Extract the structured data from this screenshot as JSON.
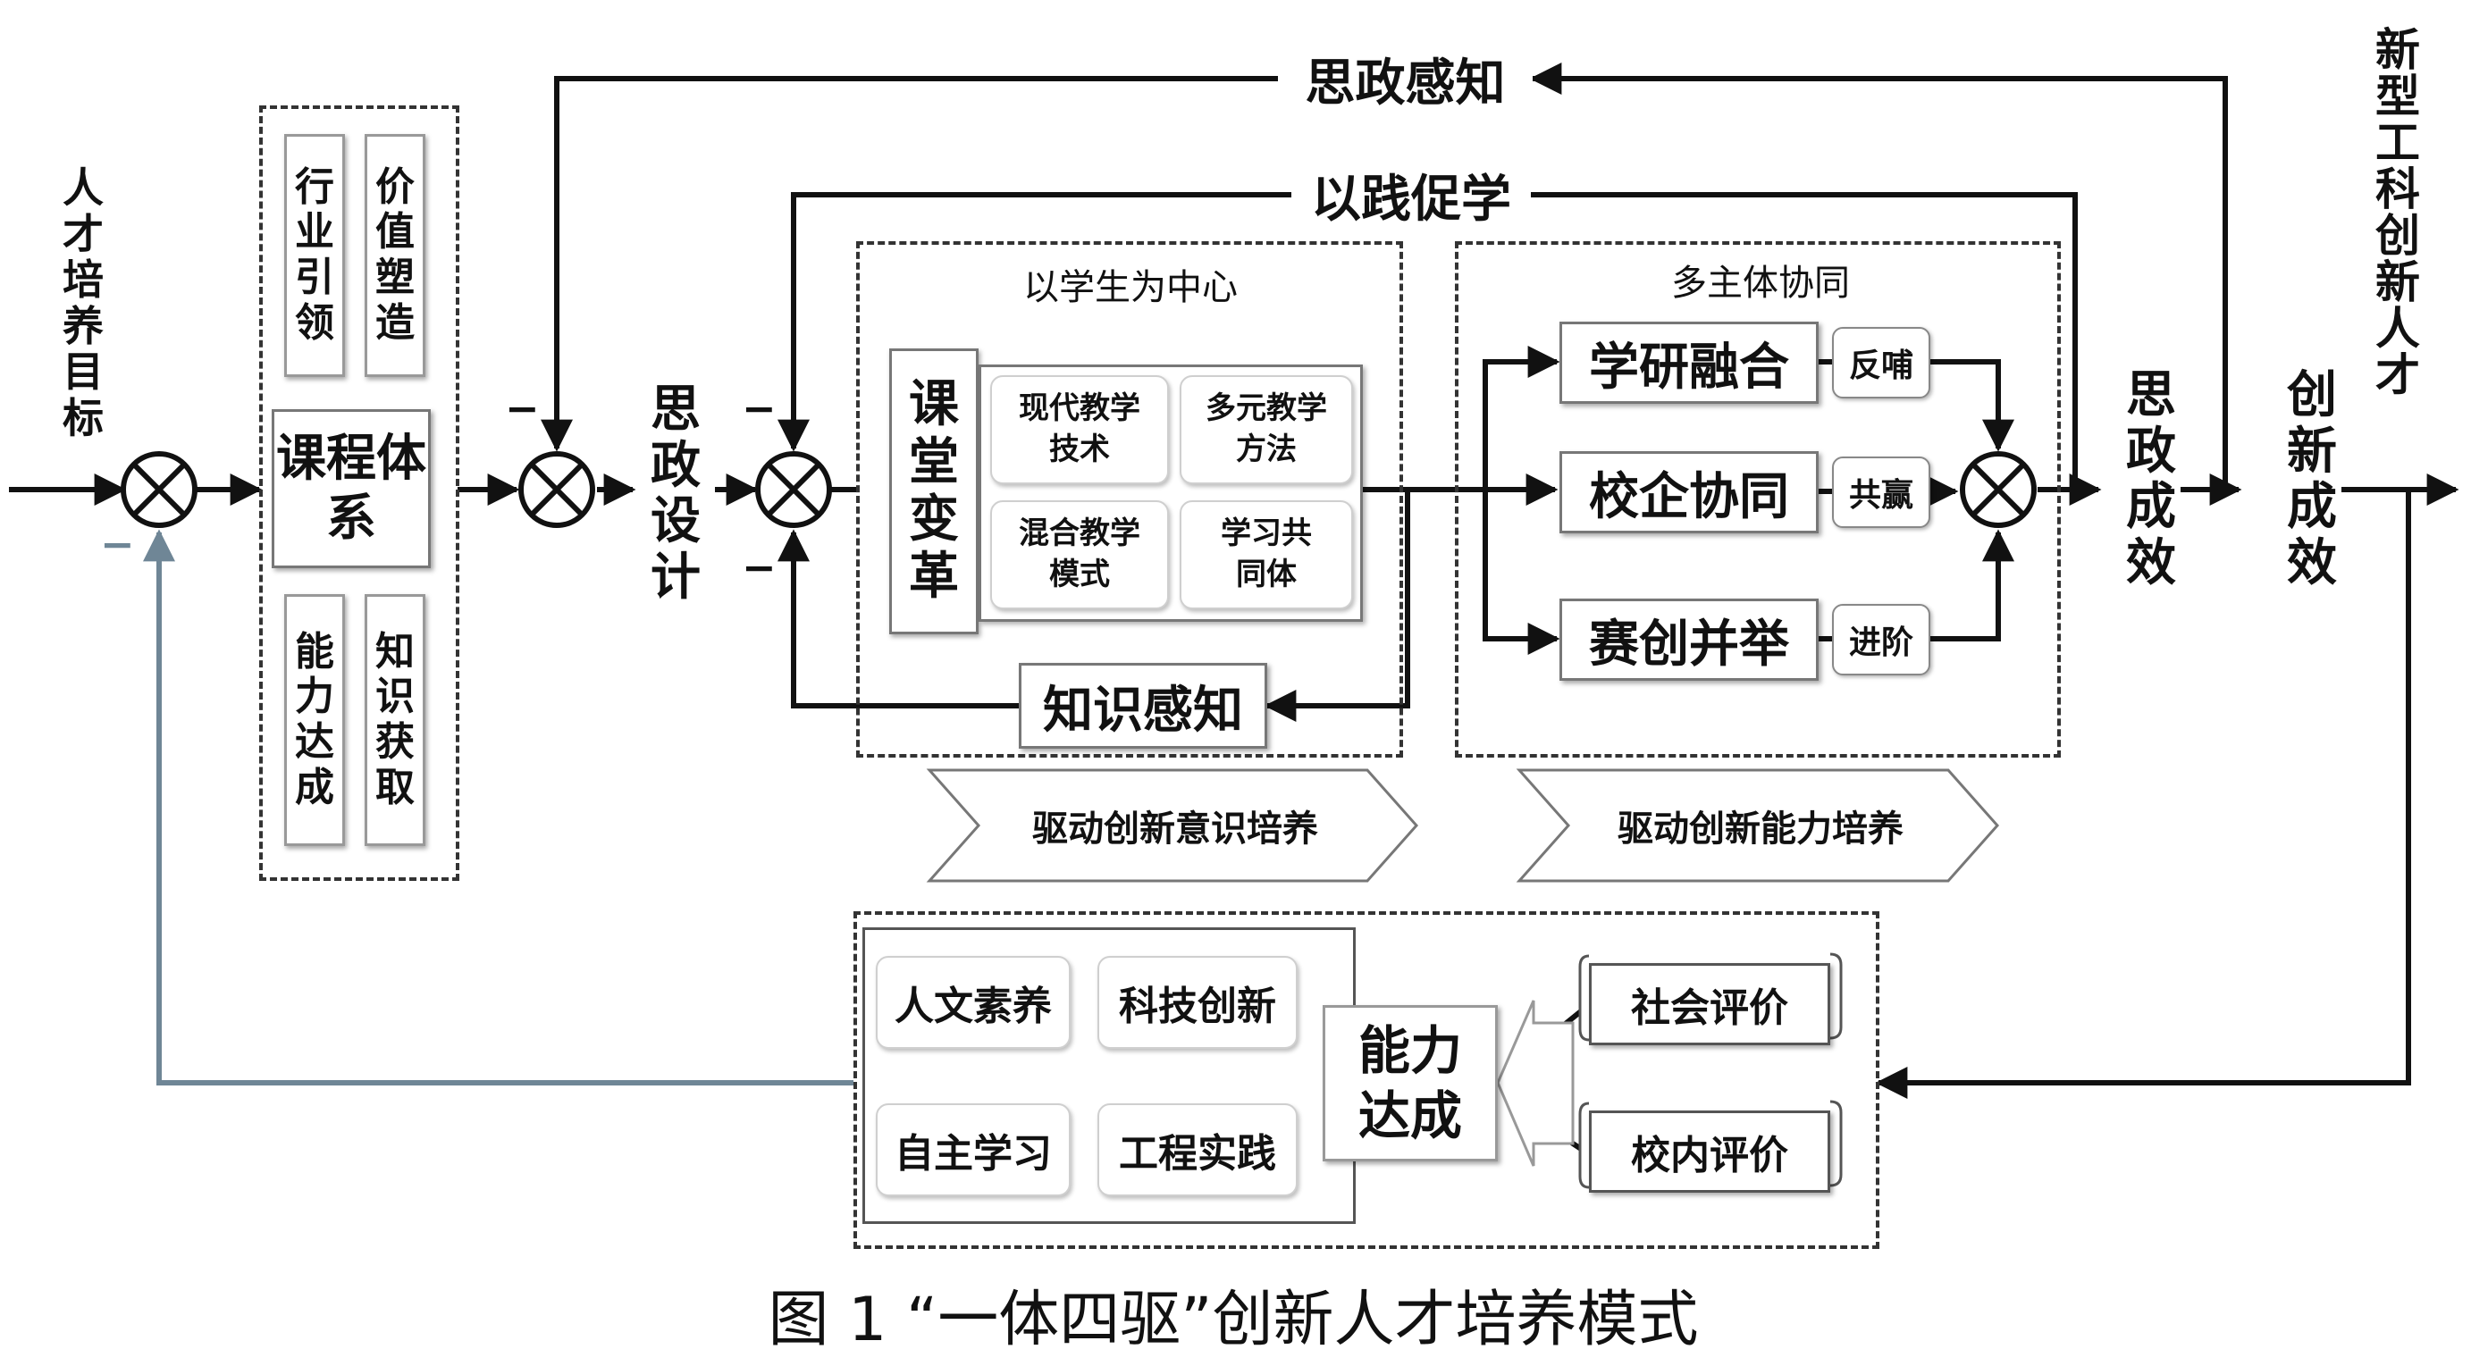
{
  "left": {
    "input": "人才培养目标"
  },
  "course": {
    "top_left": "行业引领",
    "top_right": "价值塑造",
    "center": "课程体系",
    "bottom_left": "能力达成",
    "bottom_right": "知识获取"
  },
  "feedback": {
    "top": "思政感知",
    "second": "以践促学",
    "knowledge": "知识感知"
  },
  "design": "思政设计",
  "signs": {
    "minus": "−"
  },
  "student_center": {
    "title": "以学生为中心",
    "reform": "课堂变革",
    "cells": [
      "现代教学技术",
      "多元教学方法",
      "混合教学模式",
      "学习共同体"
    ]
  },
  "multi": {
    "title": "多主体协同",
    "items": [
      {
        "label": "学研融合",
        "tag": "反哺"
      },
      {
        "label": "校企协同",
        "tag": "共赢"
      },
      {
        "label": "赛创并举",
        "tag": "进阶"
      }
    ]
  },
  "outputs": {
    "ideology": "思政成效",
    "innovation": "创新成效",
    "final": "新型工科创新人才"
  },
  "drivers": {
    "awareness": "驱动创新意识培养",
    "ability": "驱动创新能力培养"
  },
  "bottom": {
    "skills": [
      "人文素养",
      "科技创新",
      "自主学习",
      "工程实践"
    ],
    "achieve": "能力达成",
    "evals": [
      "社会评价",
      "校内评价"
    ]
  },
  "caption": "图 1 “一体四驱”创新人才培养模式"
}
